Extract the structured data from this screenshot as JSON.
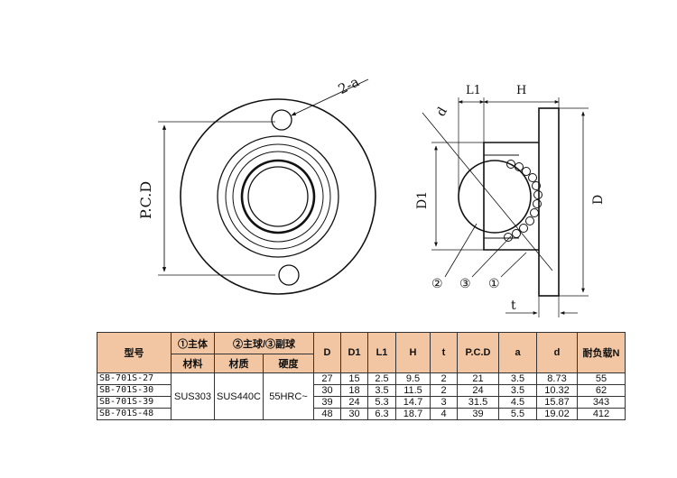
{
  "drawing": {
    "front_labels": {
      "hole": "2-a",
      "pcd": "P.C.D"
    },
    "side_labels": {
      "L1": "L1",
      "H": "H",
      "D1": "D1",
      "D": "D",
      "t": "t",
      "d": "d"
    },
    "callouts": [
      "②",
      "③",
      "①"
    ]
  },
  "table": {
    "header_row1": [
      "型号",
      "①主体",
      "②主球/③副球",
      "D",
      "D1",
      "L1",
      "H",
      "t",
      "P.C.D",
      "a",
      "d",
      "耐负载N"
    ],
    "header_row2": [
      "材料",
      "材质",
      "硬度"
    ],
    "materials": {
      "body": "SUS303",
      "ball": "SUS440C",
      "hardness": "55HRC~"
    },
    "rows": [
      {
        "model": "SB-701S-27",
        "D": "27",
        "D1": "15",
        "L1": "2.5",
        "H": "9.5",
        "t": "2",
        "PCD": "21",
        "a": "3.5",
        "d": "8.73",
        "load": "55"
      },
      {
        "model": "SB-701S-30",
        "D": "30",
        "D1": "18",
        "L1": "3.5",
        "H": "11.5",
        "t": "2",
        "PCD": "24",
        "a": "3.5",
        "d": "10.32",
        "load": "62"
      },
      {
        "model": "SB-701S-39",
        "D": "39",
        "D1": "24",
        "L1": "5.3",
        "H": "14.7",
        "t": "3",
        "PCD": "31.5",
        "a": "4.5",
        "d": "15.87",
        "load": "343"
      },
      {
        "model": "SB-701S-48",
        "D": "48",
        "D1": "30",
        "L1": "6.3",
        "H": "18.7",
        "t": "4",
        "PCD": "39",
        "a": "5.5",
        "d": "19.02",
        "load": "412"
      }
    ]
  }
}
